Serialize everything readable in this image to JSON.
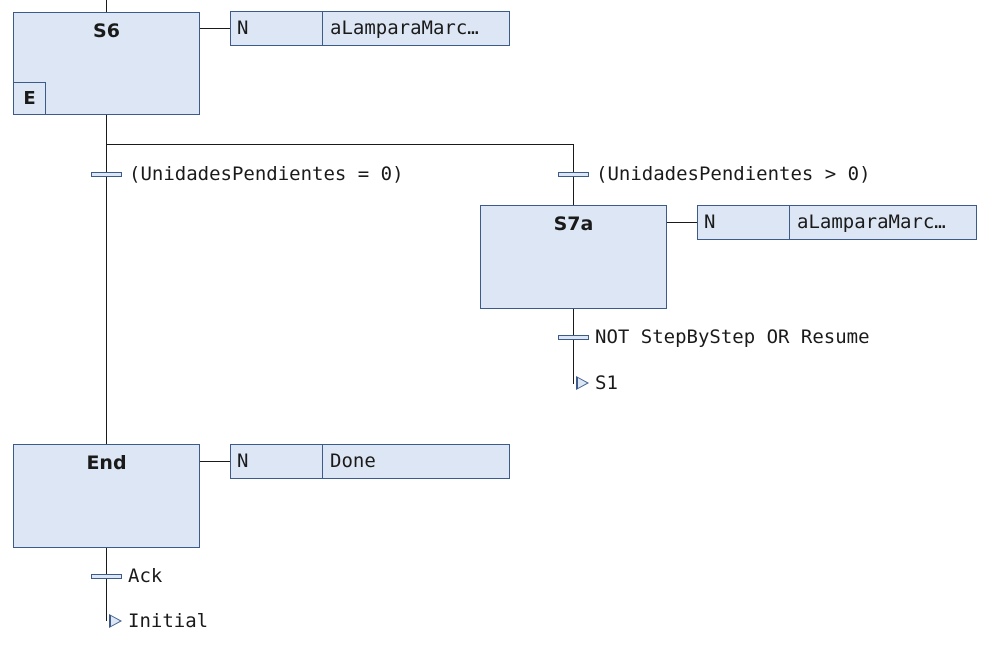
{
  "colors": {
    "step_fill": "#dde6f4",
    "step_border": "#3c5a8a",
    "wire": "#1a1a1a"
  },
  "steps": {
    "s6": {
      "name": "S6",
      "entry_flag": "E"
    },
    "s7a": {
      "name": "S7a"
    },
    "end": {
      "name": "End"
    }
  },
  "actions": {
    "s6": {
      "qualifier": "N",
      "action": "aLamparaMarc…"
    },
    "s7a": {
      "qualifier": "N",
      "action": "aLamparaMarc…"
    },
    "end": {
      "qualifier": "N",
      "action": "Done"
    }
  },
  "transitions": {
    "left_branch": "(UnidadesPendientes = 0)",
    "right_branch": "(UnidadesPendientes > 0)",
    "after_s7a": "NOT StepByStep OR Resume",
    "after_end": "Ack"
  },
  "jumps": {
    "after_s7a": "S1",
    "after_end": "Initial"
  }
}
